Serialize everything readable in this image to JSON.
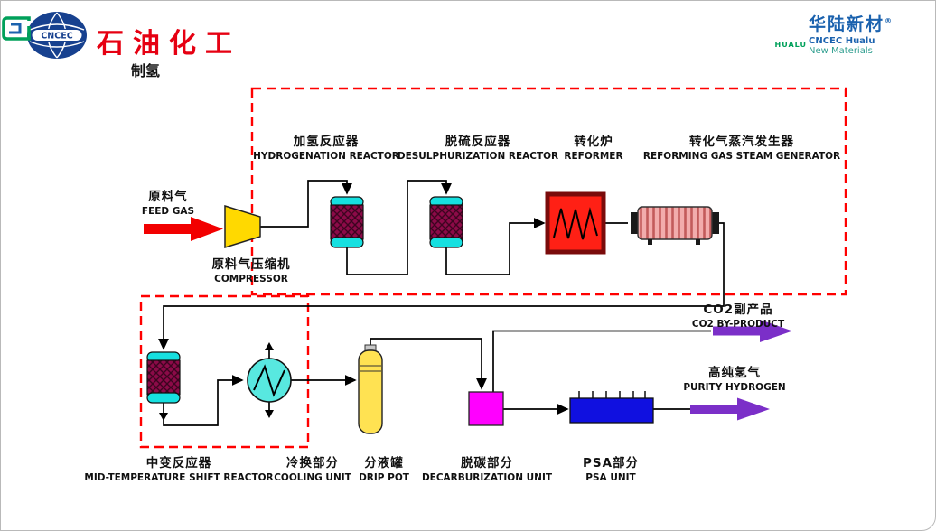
{
  "header": {
    "logo_left": {
      "text": "CNCEC",
      "brand": "石油化工"
    },
    "subtitle": "制氢",
    "logo_right": {
      "icon_text": "HUALU",
      "brand": "华陆新材",
      "reg": "®",
      "line1": "CNCEC Hualu",
      "line2": "New Materials"
    }
  },
  "diagram": {
    "feed": {
      "zh": "原料气",
      "en": "FEED GAS"
    },
    "compressor": {
      "zh": "原料气压缩机",
      "en": "COMPRESSOR"
    },
    "hydrogenation": {
      "zh": "加氢反应器",
      "en": "HYDROGENATION REACTOR"
    },
    "desulphurization": {
      "zh": "脱硫反应器",
      "en": "DESULPHURIZATION REACTOR"
    },
    "reformer": {
      "zh": "转化炉",
      "en": "REFORMER"
    },
    "steam_generator": {
      "zh": "转化气蒸汽发生器",
      "en": "REFORMING GAS STEAM GENERATOR"
    },
    "shift_reactor": {
      "zh": "中变反应器",
      "en": "MID-TEMPERATURE SHIFT REACTOR"
    },
    "cooling": {
      "zh": "冷换部分",
      "en": "COOLING UNIT"
    },
    "drip_pot": {
      "zh": "分液罐",
      "en": "DRIP POT"
    },
    "decarburization": {
      "zh": "脱碳部分",
      "en": "DECARBURIZATION UNIT"
    },
    "psa": {
      "zh": "PSA部分",
      "en": "PSA UNIT"
    },
    "co2": {
      "zh": "CO2副产品",
      "en": "CO2 BY-PRODUCT"
    },
    "hydrogen": {
      "zh": "高纯氢气",
      "en": "PURITY HYDROGEN"
    }
  },
  "colors": {
    "highlight_dashed_box": "#ff0000",
    "feed_arrow": "#f20000",
    "product_arrow": "#7b2fc8",
    "reactor_body": "#8c0a48",
    "reactor_caps": "#16e0e0",
    "compressor": "#ffd900",
    "reformer": "#ff2015",
    "steam_generator": "#f2acac",
    "drip_pot": "#ffe252",
    "decarburization": "#ff00ff",
    "psa": "#1010e0",
    "brand_red": "#e60012",
    "brand_blue": "#1b62ae",
    "brand_green": "#00a05a"
  }
}
